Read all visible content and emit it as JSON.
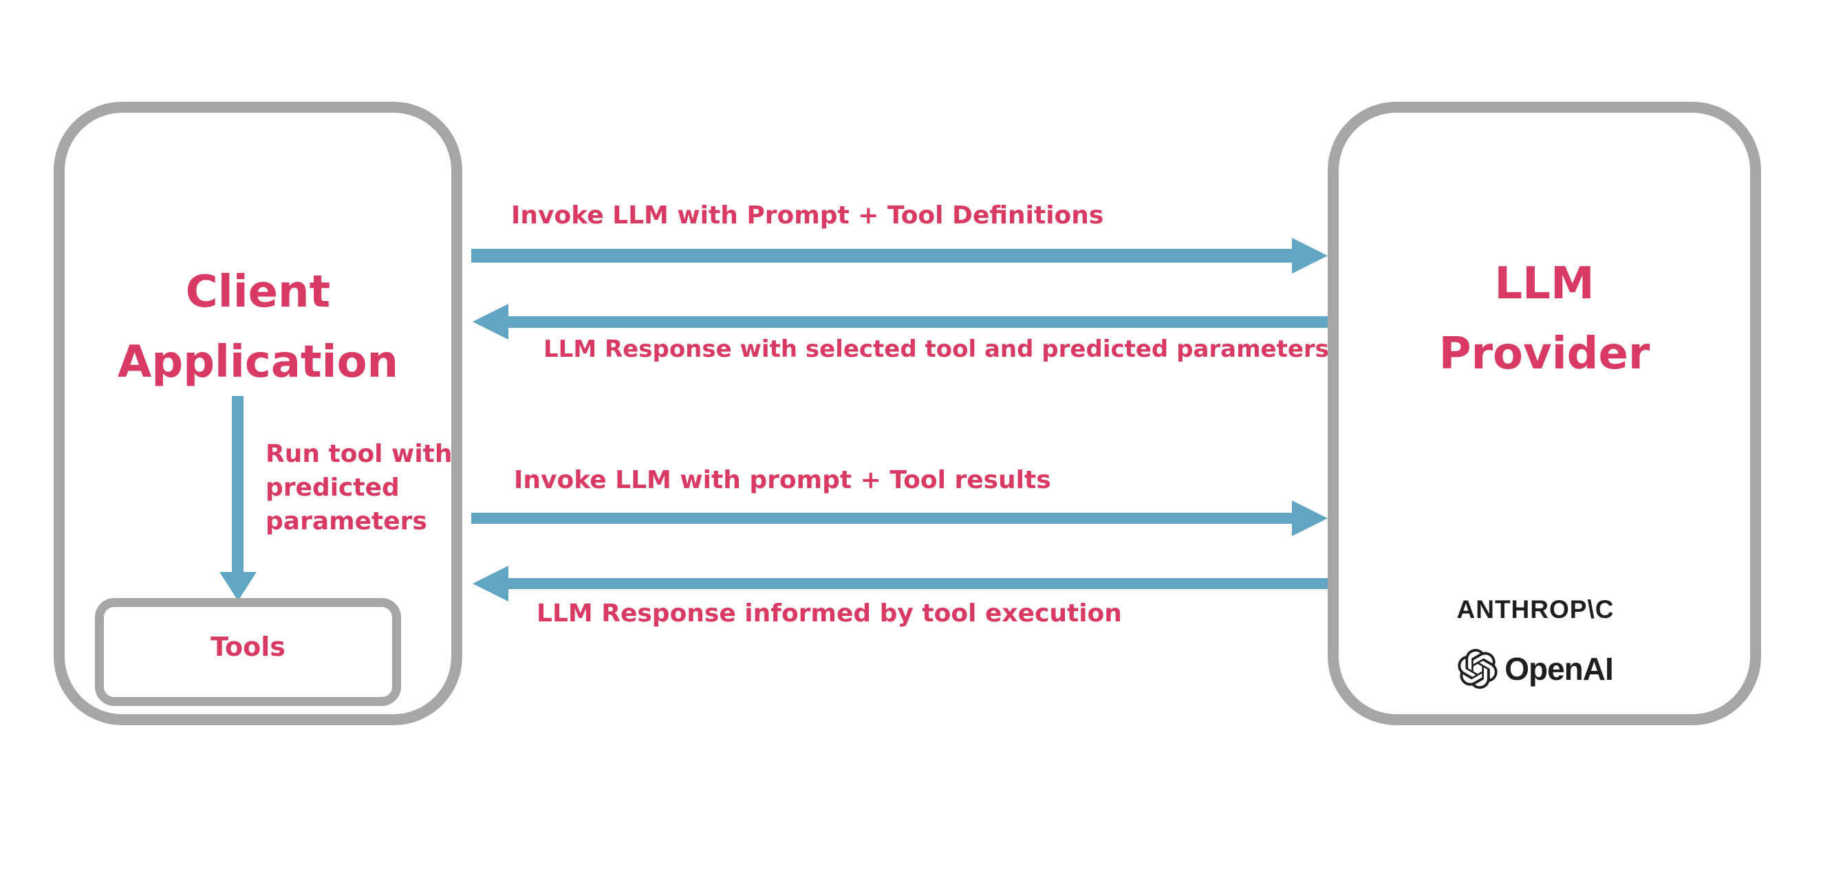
{
  "colors": {
    "pink": "#d83a64",
    "blue": "#60a5c2",
    "grey": "#a6a6a6",
    "dark": "#1e1e1c",
    "background": "#ffffff"
  },
  "client_box": {
    "title_line1": "Client",
    "title_line2": "Application",
    "tools_label": "Tools"
  },
  "run_tool_note": {
    "line1": "Run tool with",
    "line2": "predicted",
    "line3": "parameters"
  },
  "llm_box": {
    "title_line1": "LLM",
    "title_line2": "Provider"
  },
  "logos": {
    "anthropic_text": "ANTHROP\\C",
    "openai_text": "OpenAI",
    "openai_icon": "openai-flower-knot-icon"
  },
  "arrows": [
    {
      "id": "invoke-with-definitions",
      "direction": "right",
      "label": "Invoke LLM with Prompt + Tool Definitions"
    },
    {
      "id": "response-selected-tool",
      "direction": "left",
      "label": "LLM Response with selected tool and predicted parameters"
    },
    {
      "id": "invoke-with-results",
      "direction": "right",
      "label": "Invoke LLM with prompt + Tool results"
    },
    {
      "id": "response-informed",
      "direction": "left",
      "label": "LLM Response informed by tool execution"
    }
  ],
  "tool_arrow": {
    "direction": "down"
  }
}
